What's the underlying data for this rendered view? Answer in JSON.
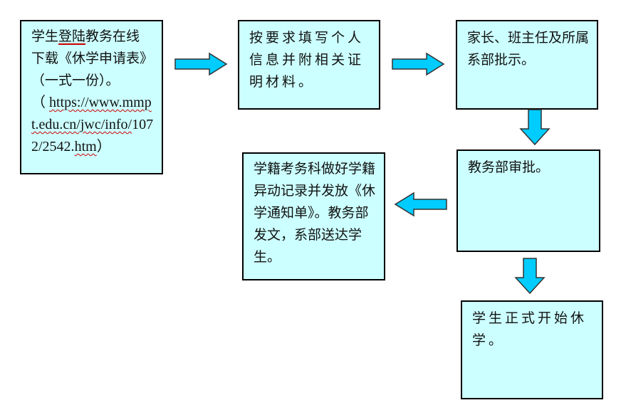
{
  "diagram": {
    "title": "休学办理流程",
    "colors": {
      "box_fill": "#ccffff",
      "box_border": "#000000",
      "arrow_fill": "#00ccff",
      "arrow_stroke": "#333333",
      "spellcheck_underline": "#d00000"
    },
    "steps": [
      {
        "id": "step1",
        "line1_a": "学生",
        "line1_b": "登陆",
        "line1_c": "教务在线",
        "line2": "下载《休学申请表》",
        "line3": "（一式一份）。",
        "url_open": "（ ",
        "url_part1": "https://www.mm",
        "url_part2": "pt.edu.cn/jwc/info/",
        "url_part3": "1072/2542.",
        "url_part4": "htm",
        "url_close": "）"
      },
      {
        "id": "step2",
        "text": "按要求填写个人信息并附相关证明材料。"
      },
      {
        "id": "step3",
        "text": "家长、班主任及所属系部批示。"
      },
      {
        "id": "step4",
        "text": "教务部审批。"
      },
      {
        "id": "step5",
        "text": "学籍考务科做好学籍异动记录并发放《休学通知单》。教务部发文，系部送达学生。"
      },
      {
        "id": "step6",
        "text": "学生正式开始休学。"
      }
    ],
    "arrows": [
      {
        "from": "step1",
        "to": "step2",
        "direction": "right"
      },
      {
        "from": "step2",
        "to": "step3",
        "direction": "right"
      },
      {
        "from": "step3",
        "to": "step4",
        "direction": "down"
      },
      {
        "from": "step4",
        "to": "step5",
        "direction": "left"
      },
      {
        "from": "step4",
        "to": "step6",
        "direction": "down"
      }
    ]
  }
}
